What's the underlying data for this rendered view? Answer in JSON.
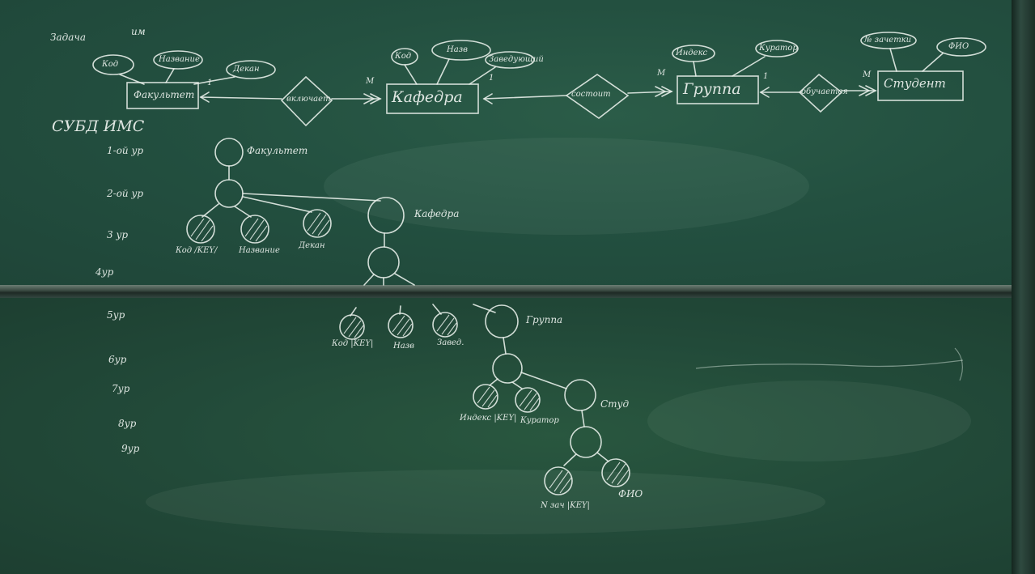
{
  "header": {
    "task": "Задача",
    "task_extra": "им"
  },
  "er_diagram": {
    "entities": [
      {
        "name": "Факультет",
        "attributes": [
          "Код",
          "Название",
          "Декан"
        ]
      },
      {
        "name": "Кафедра",
        "attributes": [
          "Код",
          "Назв",
          "Заведующий"
        ]
      },
      {
        "name": "Группа",
        "attributes": [
          "Индекс",
          "Куратор"
        ]
      },
      {
        "name": "Студент",
        "attributes": [
          "№ зачетки",
          "ФИО"
        ]
      }
    ],
    "relationships": [
      "включает",
      "состоит",
      "обучается"
    ],
    "cardinalities": [
      "1",
      "M",
      "1",
      "M",
      "1",
      "M"
    ]
  },
  "dbms": "СУБД ИМС",
  "levels": [
    "1-ой ур",
    "2-ой ур",
    "3 ур",
    "4ур",
    "5ур",
    "6ур",
    "7ур",
    "8ур",
    "9ур"
  ],
  "tree": {
    "root_label": "Факультет",
    "faculty_fields": [
      "Код /KEY/",
      "Название",
      "Декан"
    ],
    "dept_label": "Кафедра",
    "dept_fields": [
      "Код |KEY|",
      "Назв",
      "Завед."
    ],
    "group_label": "Группа",
    "group_fields": [
      "Индекс |KEY|",
      "Куратор"
    ],
    "student_label": "Студ",
    "student_fields": [
      "N зач |KEY|",
      "ФИО"
    ]
  }
}
